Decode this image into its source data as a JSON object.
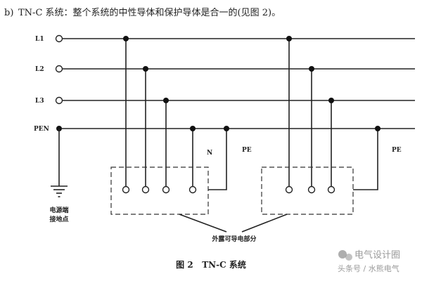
{
  "heading": {
    "label": "b)",
    "text": "TN-C 系统：整个系统的中性导体和保护导体是合一的(见图 2)。"
  },
  "buses": {
    "l1": "L1",
    "l2": "L2",
    "l3": "L3",
    "pen": "PEN"
  },
  "labels": {
    "n": "N",
    "pe_left": "PE",
    "pe_right": "PE",
    "ground_line1": "电源端",
    "ground_line2": "接地点",
    "exposed_parts": "外露可导电部分"
  },
  "caption": "图 2   TN-C 系统",
  "watermark": {
    "line1": "电气设计圈",
    "line2": "头条号 / 水熊电气"
  },
  "colors": {
    "line": "#222222",
    "background": "#ffffff",
    "watermark": "#9a9a9a"
  }
}
